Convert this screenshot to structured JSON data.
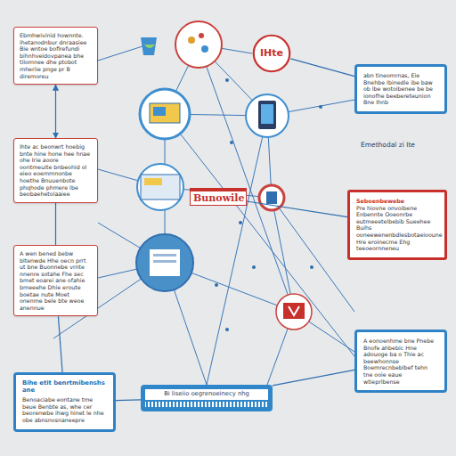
{
  "diagram": {
    "nodes": [
      {
        "text": [
          "Ebmhwivinid hownnte. ihetanodnbur dnraasiee Bie wntoe bofirefundi bihnhveidovpanea bhe tilomnee dhe ptobot mheriie pnge pr B diremoreu"
        ]
      },
      {
        "text": [
          "Ihte ac beonwrt hoebig bnte hine hone hee hnae ohe Irie aoore oontmeuite bnbeohid ol eieo eoemmnonbe hoethe Bnuuenbote phqhode phmere Ibe beobaehetolaaiee"
        ]
      },
      {
        "text": [
          "A wen bened bebw bltenwde Hhe oecn prrt ut bne Buonnebe vrnte nnenre sotahe Fhe sec bmet eoarei ane ofahie bmeeehe Dhie eroute boetae nute Moet onenme bele bte weoe anennue"
        ]
      },
      {
        "text": [
          "Bihe etit benrtmibenshs ane",
          "Benoaciabe eontane tme beue Benbte as, whe cer beorenwbe ihwg hinet le nhe obe abnsnosnaneepre"
        ]
      },
      {
        "text": [
          "Bi liseiio oegrenoeinecy nhg"
        ]
      },
      {
        "text": [
          "abn tineomrnas, Eie Bnehbe Ibinedle ibe baw ob lbe wotoibenee be be ionofhe beebereteunion Bne Ihnb"
        ]
      },
      {
        "text": [
          "Seboenbewebe",
          "Pre hiovne onvoibene Enbennte Ooeonrbe eutmeeetelbebib Sueehee Buihs ooneewenenbdlesbotaeiooune Hre eroinecme Ehg teeoeornneneu"
        ]
      },
      {
        "text": [
          "A eonoenhme bne Pnebe Bnofe ahbebic Hne adouoge ba o Thie ac beewhonnse Boemrecnbeblbef tehn tne ooie eaue wtieprlbense"
        ]
      },
      {
        "text": [
          "IHte"
        ]
      },
      {
        "text": [
          "Bunowile"
        ]
      }
    ],
    "edges": [
      {
        "from": 0,
        "to": 1,
        "arrow": "both"
      },
      {
        "from": 1,
        "to": 2,
        "arrow": "none"
      },
      {
        "from": 2,
        "to": 3,
        "arrow": "none"
      },
      {
        "from": 3,
        "to": 4,
        "arrow": "none"
      },
      {
        "from": 8,
        "to": 5,
        "arrow": "none"
      },
      {
        "from": 9,
        "to": 6,
        "arrow": "none"
      },
      {
        "from": 4,
        "to": 7,
        "arrow": "none"
      }
    ],
    "labels": [
      "Emethodal zi Ite"
    ]
  }
}
